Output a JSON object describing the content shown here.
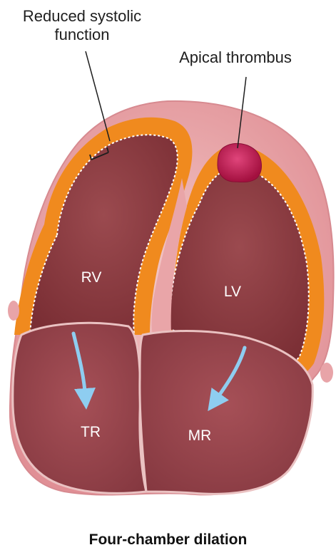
{
  "labels": {
    "reduced_systolic_function": "Reduced systolic function",
    "apical_thrombus": "Apical thrombus",
    "rv": "RV",
    "lv": "LV",
    "tr": "TR",
    "mr": "MR"
  },
  "caption": "Four-chamber dilation",
  "colors": {
    "pericardium": "#e7a0a3",
    "myocardium_orange": "#f08a1e",
    "chamber_interior": "#8e3b40",
    "atrium": "#9a4650",
    "thrombus": "#c0174f",
    "regurgitation_arrow": "#8ecdf0"
  }
}
